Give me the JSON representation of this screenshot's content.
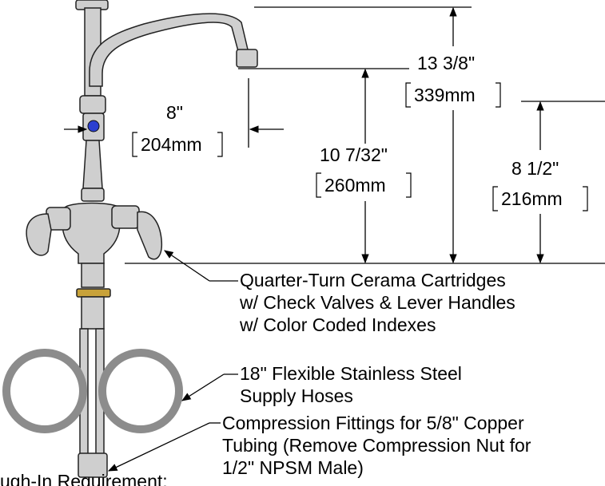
{
  "dimensions": {
    "spout_reach": {
      "imperial": "8\"",
      "metric": "204mm"
    },
    "spout_total_height": {
      "imperial": "13 3/8\"",
      "metric": "339mm"
    },
    "outlet_height": {
      "imperial": "10 7/32\"",
      "metric": "260mm"
    },
    "faucet_body_height": {
      "imperial": "8 1/2\"",
      "metric": "216mm"
    }
  },
  "callouts": {
    "cartridges": [
      "Quarter-Turn Cerama Cartridges",
      "w/ Check Valves & Lever Handles",
      "w/ Color Coded Indexes"
    ],
    "hoses": [
      "18\" Flexible Stainless Steel",
      "Supply Hoses"
    ],
    "fittings": [
      "Compression Fittings for 5/8\" Copper",
      "Tubing (Remove Compression Nut for",
      "1/2\" NPSM Male)"
    ]
  },
  "footer_fragment": "ugh-In Requirement:",
  "colors": {
    "metal_fill": "#cfcfcf",
    "metal_shadow": "#8c8c8c",
    "index_blue": "#2b3fd0",
    "brass": "#c8a23a",
    "line": "#000000"
  }
}
